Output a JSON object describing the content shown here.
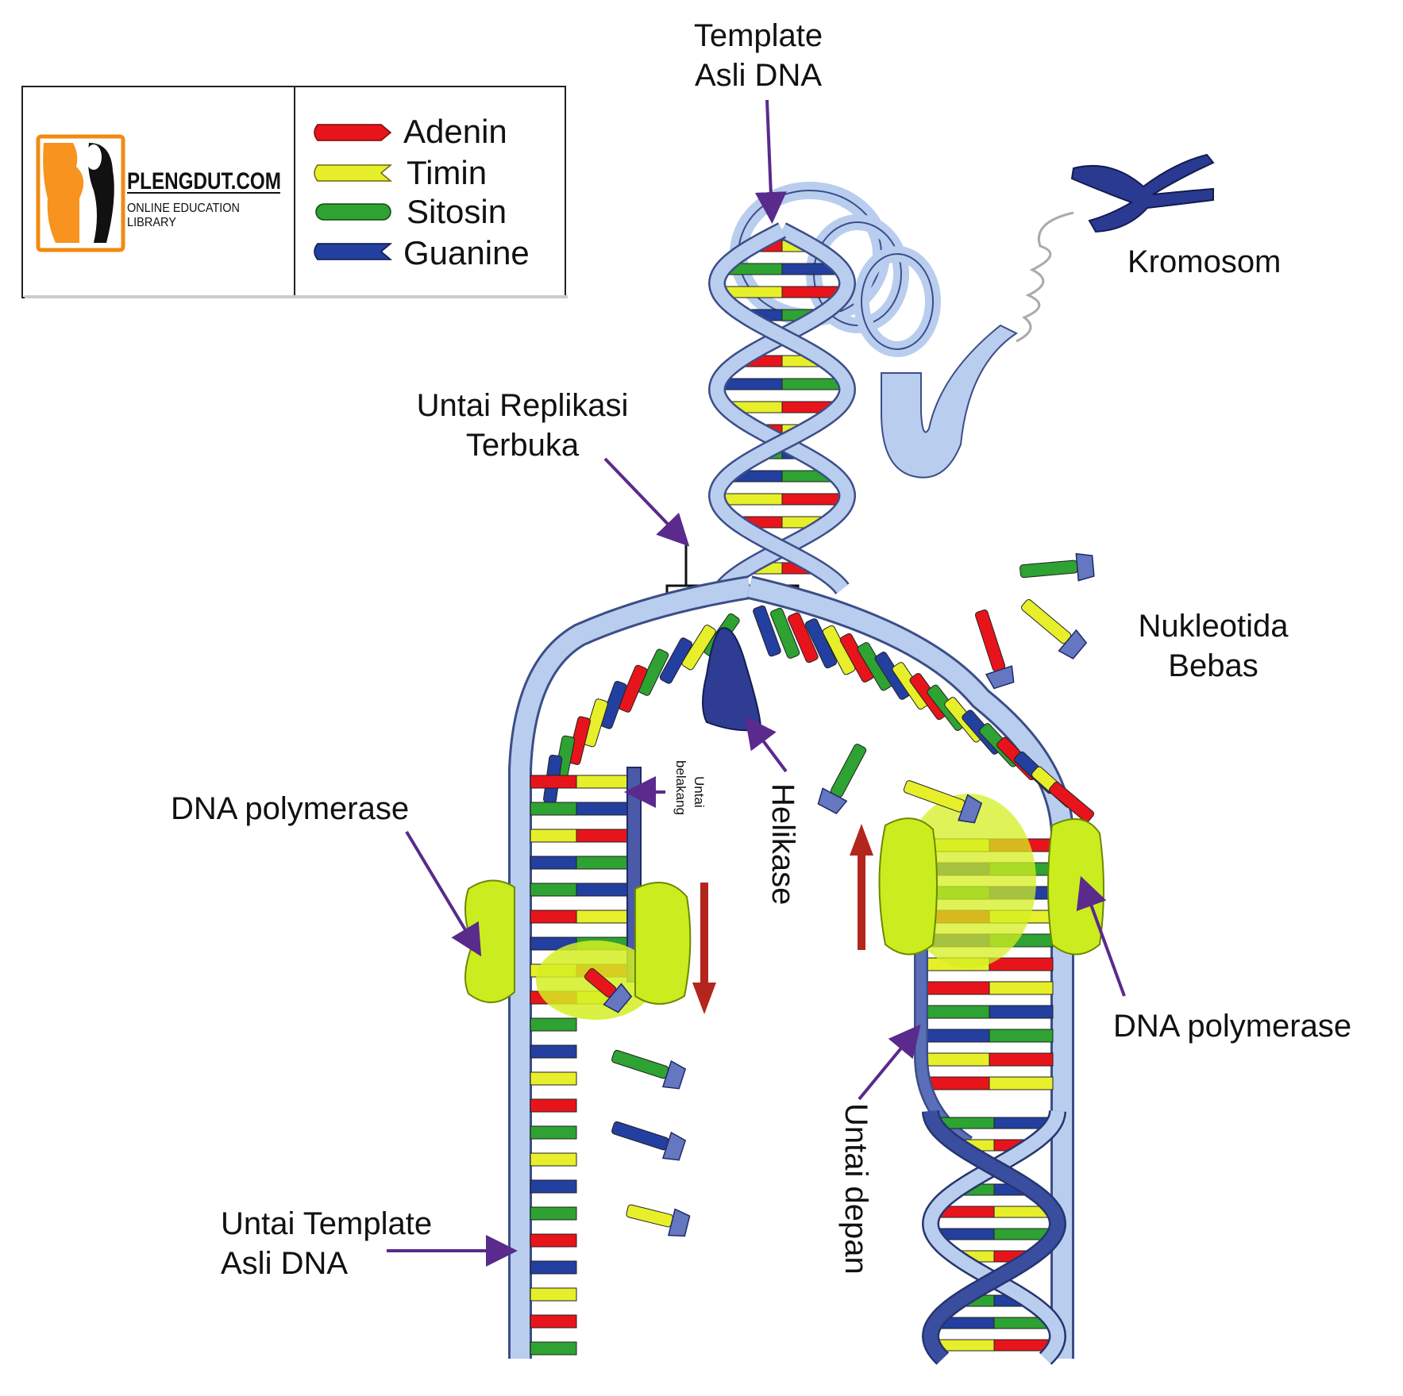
{
  "legend": {
    "items": [
      {
        "label": "Adenin",
        "color": "#e8141b"
      },
      {
        "label": "Timin",
        "color": "#e6ef2a"
      },
      {
        "label": "Sitosin",
        "color": "#2ea232"
      },
      {
        "label": "Guanine",
        "color": "#233f9f"
      }
    ]
  },
  "logo": {
    "name": "PLENGDUT.COM",
    "tagline_1": "ONLINE EDUCATION",
    "tagline_2": "LIBRARY"
  },
  "labels": {
    "template_top_1": "Template",
    "template_top_2": "Asli DNA",
    "kromosom": "Kromosom",
    "fork_1": "Untai Replikasi",
    "fork_2": "Terbuka",
    "nukleotida_1": "Nukleotida",
    "nukleotida_2": "Bebas",
    "polymerase_left": "DNA polymerase",
    "polymerase_right": "DNA polymerase",
    "untai_belakang_1": "Untai",
    "untai_belakang_2": "belakang",
    "helikase": "Helikase",
    "untai_depan": "Untai depan",
    "template_bottom_1": "Untai Template",
    "template_bottom_2": "Asli DNA"
  },
  "colors": {
    "backbone": "#b9cdef",
    "backbone_stroke": "#26356e",
    "pointer": "#5a2a8c",
    "arrow_direction": "#b3261e",
    "enzyme": "#c9ee22",
    "helicase": "#2e3c93"
  }
}
